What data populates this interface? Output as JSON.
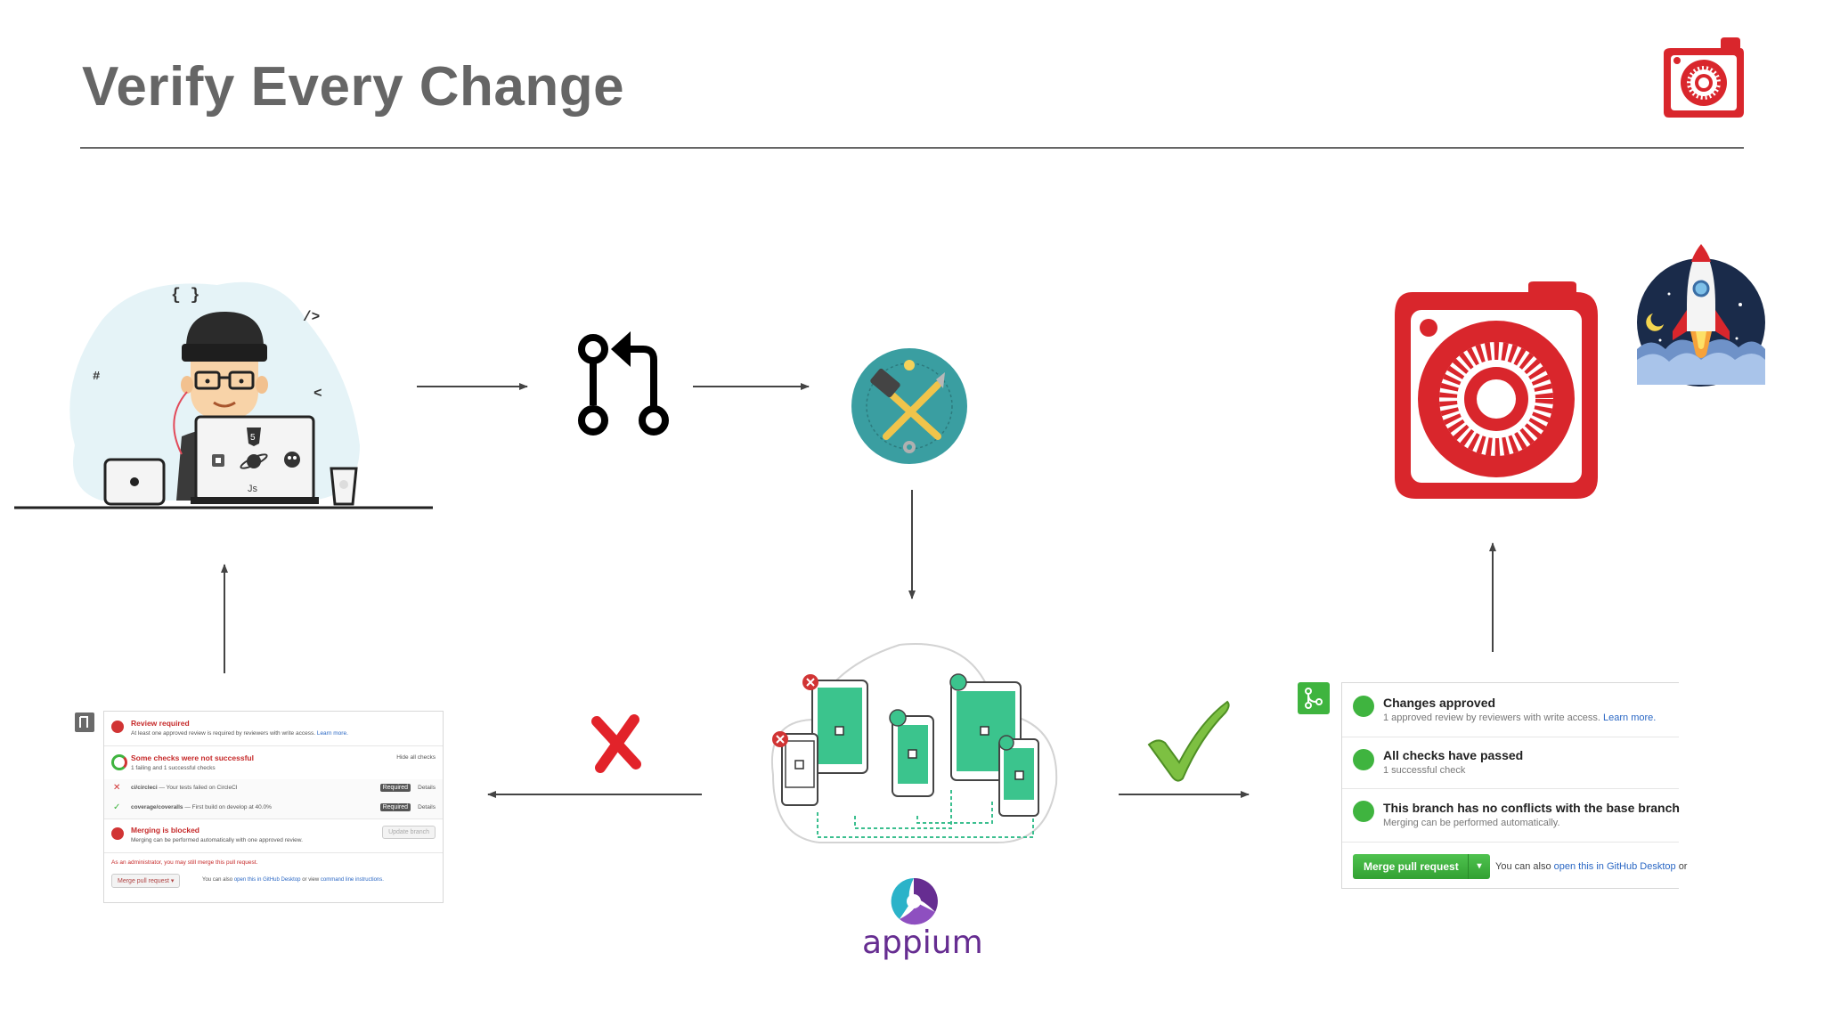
{
  "slide": {
    "title": "Verify Every Change"
  },
  "colors": {
    "brand_red": "#d9262c",
    "teal": "#3a9ea1",
    "success_green": "#3fb43f",
    "fail_red": "#d13434",
    "appium_purple": "#662d91"
  },
  "left_panel": {
    "review_title": "Review required",
    "review_sub": "At least one approved review is required by reviewers with write access.",
    "review_link": "Learn more.",
    "checks_title": "Some checks were not successful",
    "checks_sub": "1 failing and 1 successful checks",
    "hide_checks": "Hide all checks",
    "check1_name": "ci/circleci",
    "check1_desc": "— Your tests failed on CircleCI",
    "check2_name": "coverage/coveralls",
    "check2_desc": "— First build on develop at 40.0%",
    "required": "Required",
    "details": "Details",
    "blocked_title": "Merging is blocked",
    "blocked_sub": "Merging can be performed automatically with one approved review.",
    "update_branch": "Update branch",
    "admin_note": "As an administrator, you may still merge this pull request.",
    "merge_button": "Merge pull request",
    "also_pre": "You can also",
    "also_link1": "open this in GitHub Desktop",
    "also_mid": "or view",
    "also_link2": "command line instructions."
  },
  "right_panel": {
    "approved_title": "Changes approved",
    "approved_sub": "1 approved review by reviewers with write access.",
    "approved_link": "Learn more.",
    "checks_title": "All checks have passed",
    "checks_sub": "1 successful check",
    "conflicts_title": "This branch has no conflicts with the base branch",
    "conflicts_sub": "Merging can be performed automatically.",
    "merge_button": "Merge pull request",
    "also_pre": "You can also",
    "also_link": "open this in GitHub Desktop",
    "also_post": "or"
  },
  "appium": {
    "wordmark": "appium"
  },
  "developer_illustration": {
    "html5_label": "5",
    "js_label": "Js",
    "code_brace": "{ }",
    "code_tag": "/>",
    "hash": "#",
    "angle": "<"
  }
}
